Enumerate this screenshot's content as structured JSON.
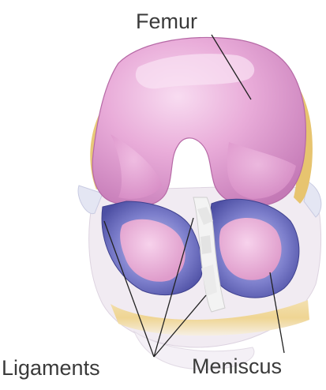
{
  "labels": {
    "femur": "Femur",
    "ligaments": "Ligaments",
    "meniscus": "Meniscus"
  },
  "colors": {
    "bone_pink": "#e7a6d6",
    "bone_highlight": "#f7d8ef",
    "bone_shadow": "#c478b4",
    "bone_edge_yellow": "#e9cf8b",
    "meniscus_blue": "#6f71bf",
    "meniscus_light": "#b7b8e6",
    "cartilage_pink": "#eca8d4",
    "ligament_white": "#f2f2f2",
    "tibia_yellow": "#f0d79a",
    "tibia_base": "#f2ecf4",
    "leader_line": "#222222",
    "label_text": "#3a3a3a"
  }
}
